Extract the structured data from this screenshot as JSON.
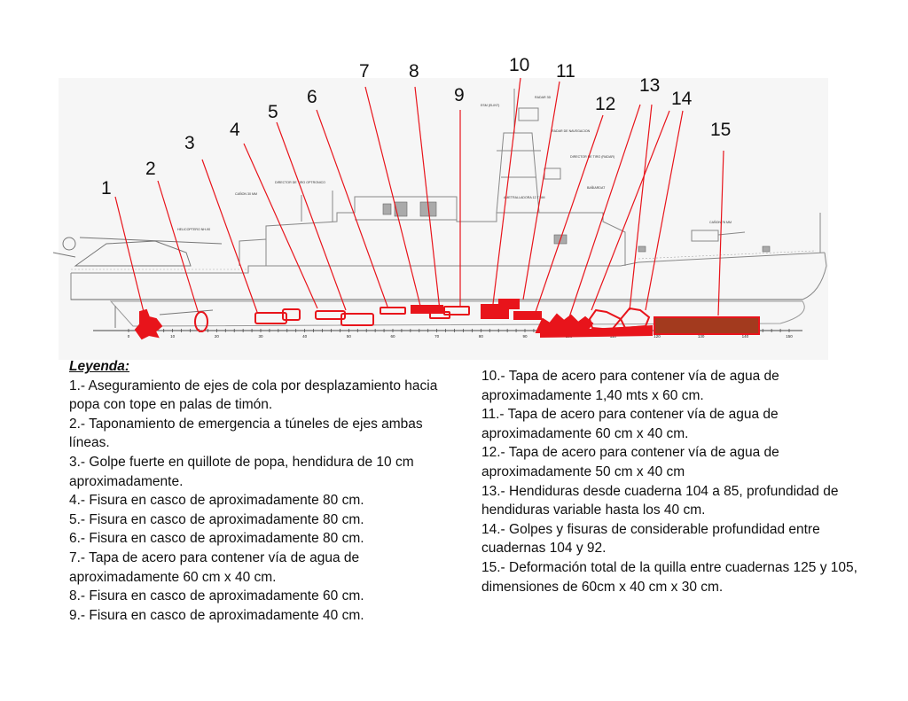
{
  "diagram": {
    "callouts": [
      {
        "num": "1"
      },
      {
        "num": "2"
      },
      {
        "num": "3"
      },
      {
        "num": "4"
      },
      {
        "num": "5"
      },
      {
        "num": "6"
      },
      {
        "num": "7"
      },
      {
        "num": "8"
      },
      {
        "num": "9"
      },
      {
        "num": "10"
      },
      {
        "num": "11"
      },
      {
        "num": "12"
      },
      {
        "num": "13"
      },
      {
        "num": "14"
      },
      {
        "num": "15"
      }
    ],
    "ship_labels": {
      "helicopter": "HELICOPTERO NH-90",
      "director": "DIRECTOR DE TIRO OPTRONICO",
      "gun_small": "CAÑON 30 MM",
      "esm": "ESM (ELINT)",
      "radar_3d": "RADAR 3D",
      "radar_nav": "RADAR DE NAVEGACION",
      "radar_fire": "DIRECTOR DE TIRO (RADAR)",
      "gunwale": "AMETRALLADORA 12.7 MM",
      "bollard": "BAÑIARDAT",
      "gun_bow": "CAÑON 76 MM"
    },
    "ruler_ticks": [
      "0",
      "10",
      "20",
      "30",
      "40",
      "50",
      "60",
      "70",
      "80",
      "90",
      "100",
      "110",
      "120",
      "130",
      "140",
      "150"
    ]
  },
  "legend": {
    "title": "Leyenda:",
    "left_items": [
      "1.- Aseguramiento de ejes de cola por desplazamiento hacia popa con tope en palas de timón.",
      "2.- Taponamiento de emergencia a túneles de ejes ambas líneas.",
      "3.- Golpe fuerte en quillote de popa, hendidura de 10 cm aproximadamente.",
      "4.- Fisura en casco de aproximadamente 80 cm.",
      "5.- Fisura en casco de aproximadamente 80 cm.",
      "6.- Fisura en casco de aproximadamente 80 cm.",
      "7.- Tapa de acero para contener vía de agua de aproximadamente 60 cm x 40 cm.",
      "8.- Fisura en casco de aproximadamente 60 cm.",
      "9.- Fisura en casco de aproximadamente 40 cm."
    ],
    "right_items": [
      "10.- Tapa de acero para contener vía de agua de aproximadamente 1,40 mts x 60 cm.",
      "11.- Tapa de acero para contener vía de agua de aproximadamente 60 cm x 40 cm.",
      "12.- Tapa de acero para contener vía de agua de aproximadamente 50 cm x 40 cm",
      "13.- Hendiduras desde cuaderna 104 a 85, profundidad de hendiduras variable hasta los 40 cm.",
      "14.- Golpes y fisuras de considerable profundidad entre cuadernas 104 y 92.",
      "15.- Deformación total de la quilla entre cuadernas 125 y 105, dimensiones de 60cm x 40 cm x 30 cm."
    ]
  },
  "colors": {
    "annotation_red": "#e8141b",
    "line_gray": "#8a8a8a",
    "drawing_bg": "#f6f6f6",
    "keel_damage": "#a33a1e"
  }
}
